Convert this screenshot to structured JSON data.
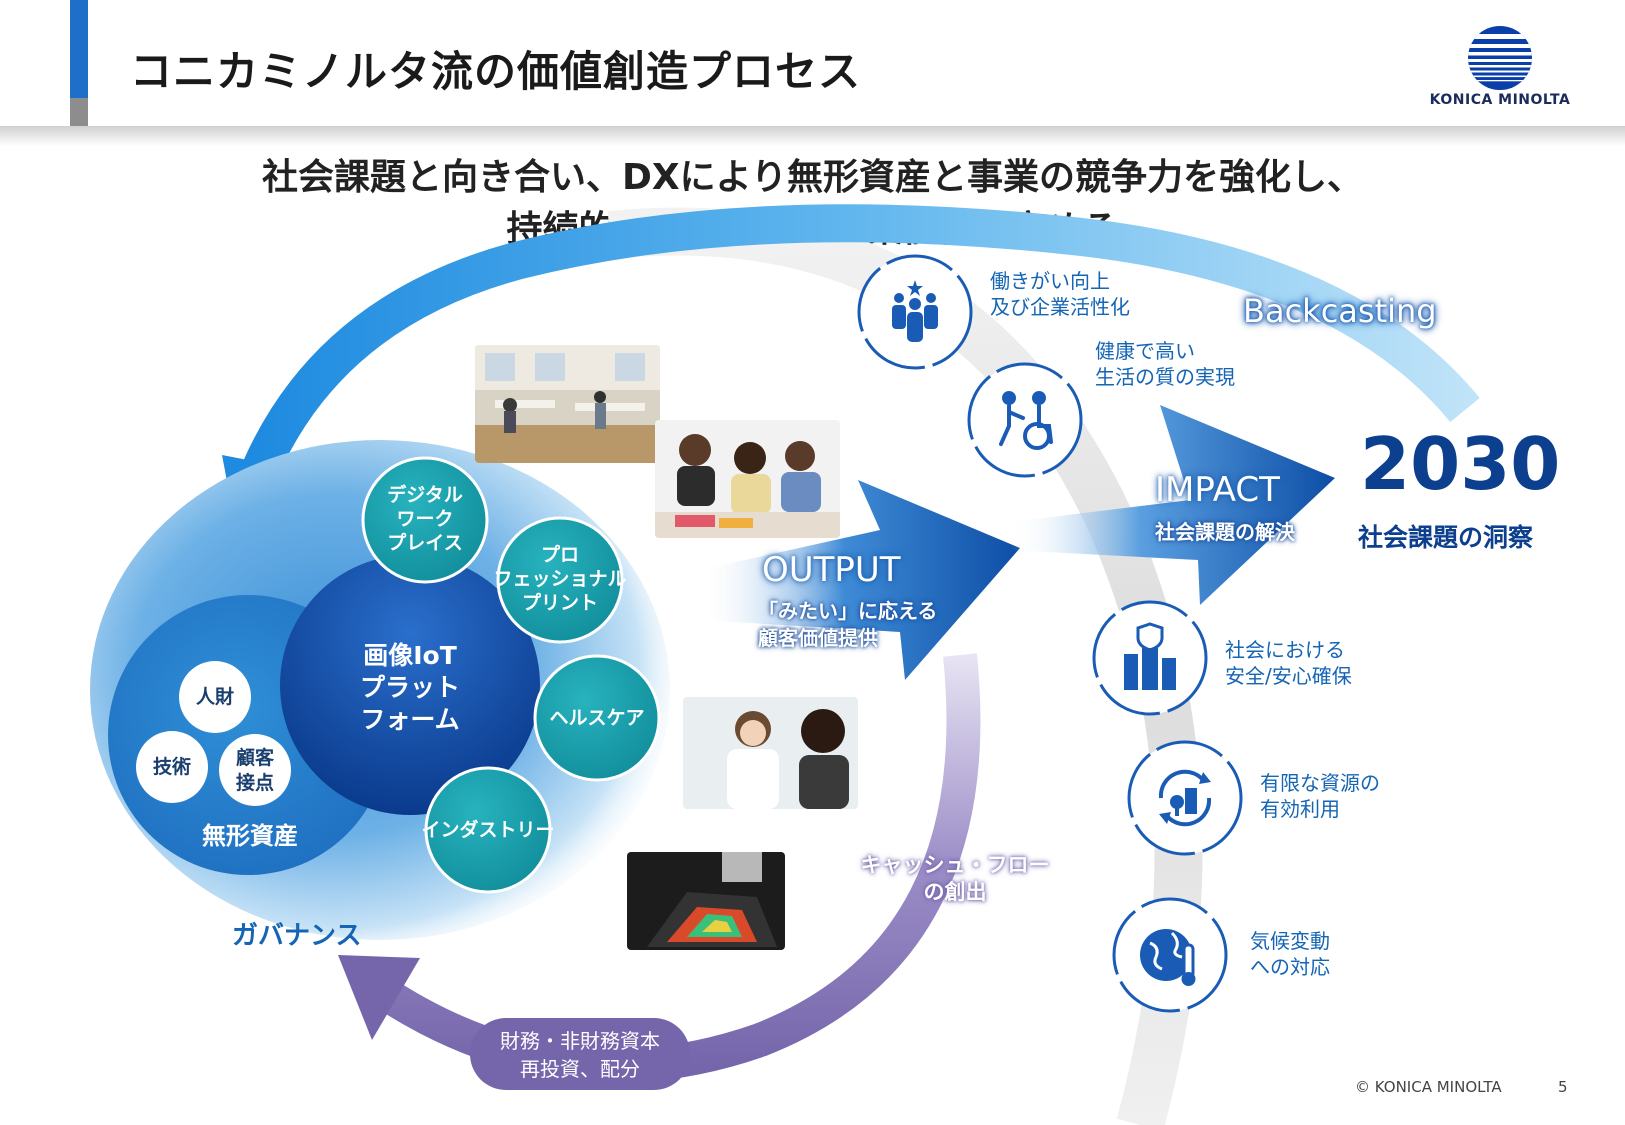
{
  "header": {
    "title": "コニカミノルタ流の価値創造プロセス",
    "logo_text": "KONICA MINOLTA"
  },
  "headline": {
    "line1": "社会課題と向き合い、DXにより無形資産と事業の競争力を強化し、",
    "line2": "持続的な価値提供で企業価値を高める"
  },
  "core": {
    "platform": [
      "画像IoT",
      "プラットフォーム"
    ],
    "platform_lines": [
      "画像IoT",
      "プラット",
      "フォーム"
    ],
    "intangible": "無形資産",
    "assets": [
      "人財",
      "技術",
      "顧客接点"
    ],
    "asset_customer_lines": [
      "顧客",
      "接点"
    ],
    "governance": "ガバナンス"
  },
  "businesses": {
    "digital_workplace": [
      "デジタル",
      "ワーク",
      "プレイス"
    ],
    "professional_print": [
      "プロ",
      "フェッショナル",
      "プリント"
    ],
    "healthcare": "ヘルスケア",
    "industry": "インダストリー"
  },
  "output": {
    "title": "OUTPUT",
    "line1": "「みたい」に応える",
    "line2": "顧客価値提供"
  },
  "impact": {
    "title": "IMPACT",
    "subtitle": "社会課題の解決"
  },
  "vision": {
    "year": "2030",
    "subtitle": "社会課題の洞察",
    "backcasting": "Backcasting"
  },
  "cashflow": {
    "line1": "キャッシュ・フロー",
    "line2": "の創出"
  },
  "reinvest": {
    "line1": "財務・非財務資本",
    "line2": "再投資、配分"
  },
  "values": [
    {
      "icon": "team-icon",
      "lines": [
        "働きがい向上",
        "及び企業活性化"
      ]
    },
    {
      "icon": "wheelchair-care-icon",
      "lines": [
        "健康で高い",
        "生活の質の実現"
      ]
    },
    {
      "icon": "city-shield-icon",
      "lines": [
        "社会における",
        "安全/安心確保"
      ]
    },
    {
      "icon": "resource-cycle-icon",
      "lines": [
        "有限な資源の",
        "有効利用"
      ]
    },
    {
      "icon": "globe-thermometer-icon",
      "lines": [
        "気候変動",
        "への対応"
      ]
    }
  ],
  "footer": {
    "copyright": "© KONICA MINOLTA",
    "page": "5"
  },
  "colors": {
    "accent_blue": "#1565b5",
    "dark_blue": "#0d3f8f",
    "teal": "#1ca4b0",
    "purple": "#7a6aac"
  }
}
